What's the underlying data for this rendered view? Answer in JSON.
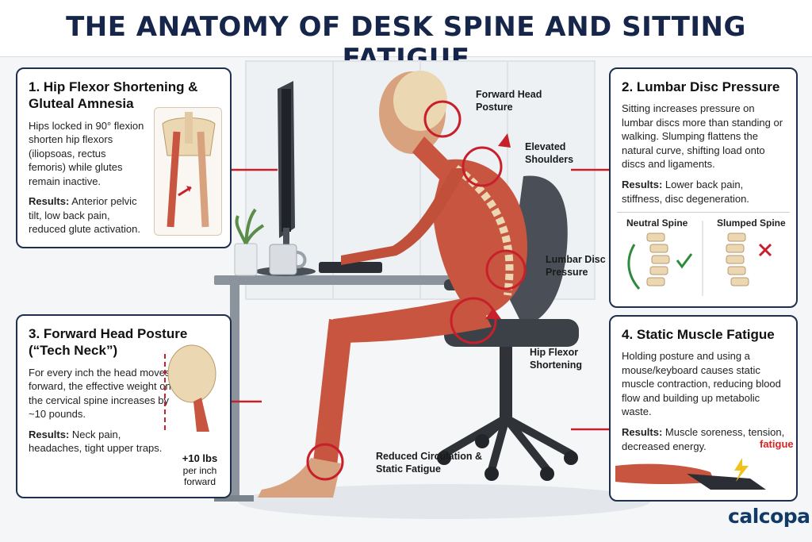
{
  "title": "THE ANATOMY OF DESK SPINE AND SITTING FATIGUE",
  "panels": [
    {
      "heading": "1. Hip Flexor Shortening & Gluteal Amnesia",
      "body": "Hips locked in 90° flexion shorten hip flexors (iliopsoas, rectus femoris) while glutes remain inactive.",
      "results_label": "Results:",
      "results": "Anterior pelvic tilt, low back pain, reduced glute activation."
    },
    {
      "heading": "2. Lumbar Disc Pressure",
      "body": "Sitting increases pressure on lumbar discs more than standing or walking. Slumping flattens the natural curve, shifting load onto discs and ligaments.",
      "results_label": "Results:",
      "results": "Lower back pain, stiffness, disc degeneration.",
      "compare_left": "Neutral Spine",
      "compare_right": "Slumped Spine"
    },
    {
      "heading": "3. Forward Head Posture (“Tech Neck”)",
      "body": "For every inch the head moves forward, the effective weight on the cervical spine increases by ~10 pounds.",
      "results_label": "Results:",
      "results": "Neck pain, headaches, tight upper traps.",
      "weight_value": "+10 lbs",
      "weight_unit": "per inch forward"
    },
    {
      "heading": "4. Static Muscle Fatigue",
      "body": "Holding posture and using a mouse/keyboard causes static muscle contraction, reducing blood flow and building up metabolic waste.",
      "results_label": "Results:",
      "results": "Muscle soreness, tension, decreased energy.",
      "fatigue_label": "fatigue"
    }
  ],
  "callouts": {
    "forward_head": "Forward Head Posture",
    "shoulders": "Elevated Shoulders",
    "lumbar": "Lumbar Disc Pressure",
    "hip": "Hip Flexor Shortening",
    "circulation": "Reduced Circulation & Static Fatigue"
  },
  "logo": "calcopa",
  "colors": {
    "title": "#16254a",
    "accent_red": "#c8202a",
    "panel_border": "#1f2f4f",
    "muscle": "#c8553f",
    "bone": "#ecd7b3"
  }
}
